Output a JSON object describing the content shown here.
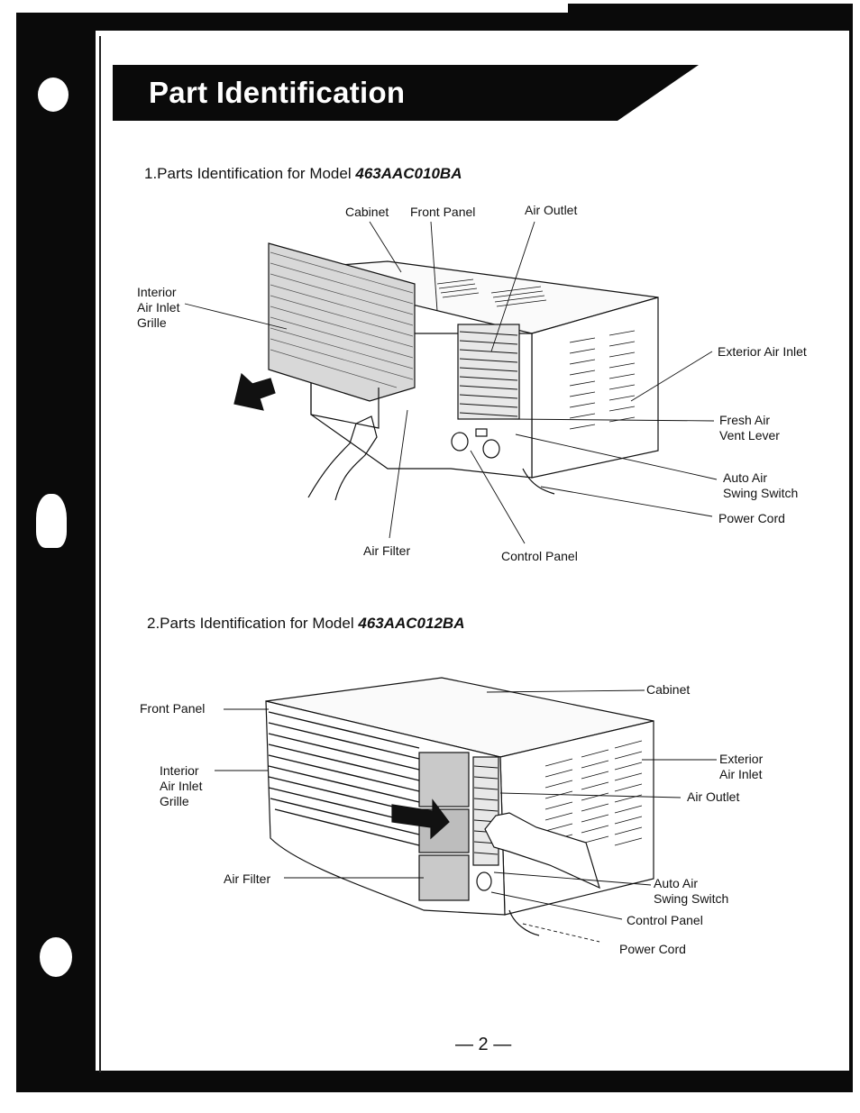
{
  "page": {
    "title": "Part Identification",
    "page_number": "— 2 —"
  },
  "section1": {
    "heading_prefix": "1.Parts Identification for Model",
    "model": "463AAC010BA",
    "labels": {
      "cabinet": "Cabinet",
      "front_panel": "Front Panel",
      "air_outlet": "Air Outlet",
      "interior_air_inlet_grille": "Interior\nAir Inlet\nGrille",
      "exterior_air_inlet": "Exterior Air Inlet",
      "fresh_air_vent_lever": "Fresh Air\nVent Lever",
      "auto_air_swing_switch": "Auto Air\nSwing Switch",
      "power_cord": "Power Cord",
      "air_filter": "Air Filter",
      "control_panel": "Control Panel"
    }
  },
  "section2": {
    "heading_prefix": "2.Parts Identification for Model",
    "model": "463AAC012BA",
    "labels": {
      "front_panel": "Front Panel",
      "cabinet": "Cabinet",
      "interior_air_inlet_grille": "Interior\nAir Inlet\nGrille",
      "exterior_air_inlet": "Exterior\nAir Inlet",
      "air_outlet": "Air Outlet",
      "air_filter": "Air Filter",
      "auto_air_swing_switch": "Auto Air\nSwing Switch",
      "control_panel": "Control Panel",
      "power_cord": "Power Cord"
    }
  }
}
